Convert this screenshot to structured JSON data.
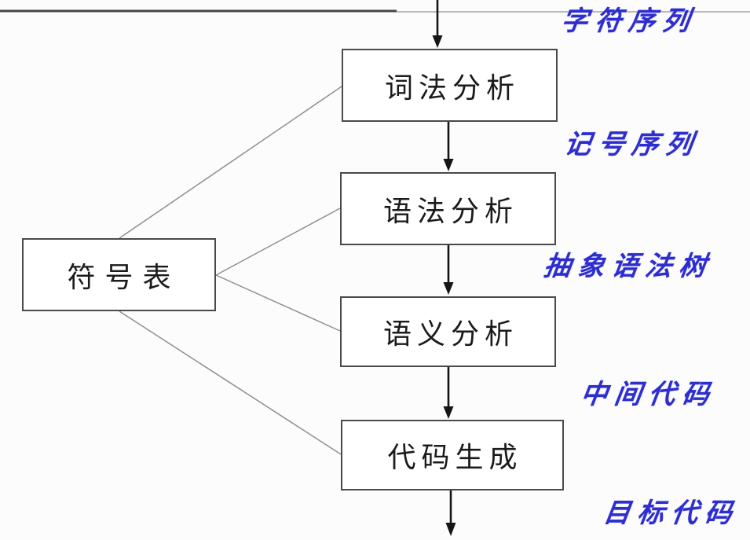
{
  "diagram": {
    "title_hint": "compiler-phases-flowchart",
    "boxes": [
      {
        "id": "lexical",
        "label": "词法分析"
      },
      {
        "id": "syntax",
        "label": "语法分析"
      },
      {
        "id": "semantic",
        "label": "语义分析"
      },
      {
        "id": "codegen",
        "label": "代码生成"
      },
      {
        "id": "symtab",
        "label": "符号表"
      }
    ],
    "stage_labels": [
      {
        "id": "char-seq",
        "label": "字符序列"
      },
      {
        "id": "token-seq",
        "label": "记号序列"
      },
      {
        "id": "ast",
        "label": "抽象语法树"
      },
      {
        "id": "intermediate",
        "label": "中间代码"
      },
      {
        "id": "target",
        "label": "目标代码"
      }
    ],
    "edges": [
      {
        "from": "input",
        "to": "lexical",
        "type": "arrow"
      },
      {
        "from": "lexical",
        "to": "syntax",
        "type": "arrow"
      },
      {
        "from": "syntax",
        "to": "semantic",
        "type": "arrow"
      },
      {
        "from": "semantic",
        "to": "codegen",
        "type": "arrow"
      },
      {
        "from": "codegen",
        "to": "output",
        "type": "arrow"
      },
      {
        "from": "symtab",
        "to": "lexical",
        "type": "line"
      },
      {
        "from": "symtab",
        "to": "syntax",
        "type": "line"
      },
      {
        "from": "symtab",
        "to": "semantic",
        "type": "line"
      },
      {
        "from": "symtab",
        "to": "codegen",
        "type": "line"
      }
    ],
    "colors": {
      "stage_label_blue": "#2d2dd0",
      "box_border": "#4a4a4a",
      "box_text": "#1b1b1b",
      "connector_gray": "#8f8f8f",
      "arrow_black": "#151515",
      "top_rule_dark": "#454545",
      "top_rule_light": "#b9b9b9",
      "background": "#fcfcfc"
    }
  }
}
